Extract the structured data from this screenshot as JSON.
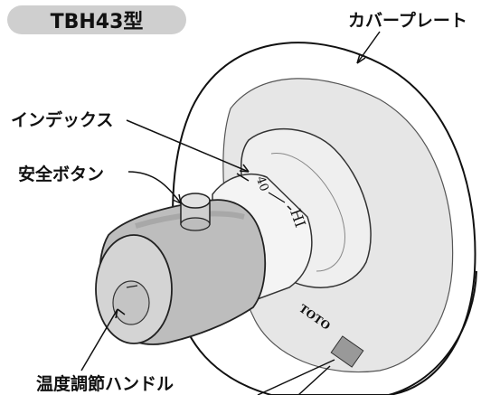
{
  "model": "TBH43型",
  "labels": {
    "cover_plate": "カバープレート",
    "index": "インデックス",
    "safety_button": "安全ボタン",
    "temp_handle": "温度調節ハンドル"
  },
  "dial": {
    "mark_40": "40",
    "mark_hi": "HI"
  },
  "brand": "TOTO"
}
